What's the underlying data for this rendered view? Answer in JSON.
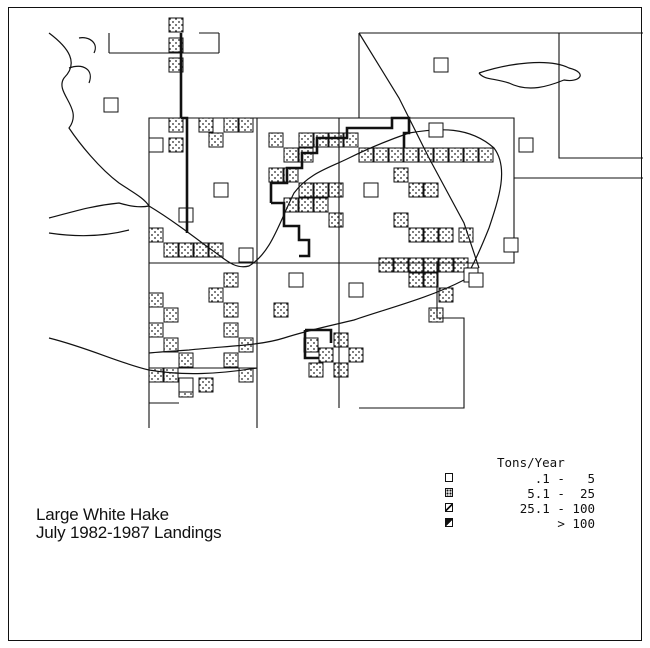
{
  "map": {
    "title_line1": "Large White Hake",
    "title_line2": "July 1982-1987 Landings"
  },
  "legend": {
    "title": "Tons/Year",
    "classes": [
      {
        "range": ".1 -   5",
        "symbol": "open-square-icon"
      },
      {
        "range": "5.1 -  25",
        "symbol": "dotted-square-icon"
      },
      {
        "range": "25.1 - 100",
        "symbol": "hatched-square-icon"
      },
      {
        "range": "> 100",
        "symbol": "filled-square-icon"
      }
    ]
  },
  "colors": {
    "ink": "#111111",
    "background": "#ffffff"
  }
}
